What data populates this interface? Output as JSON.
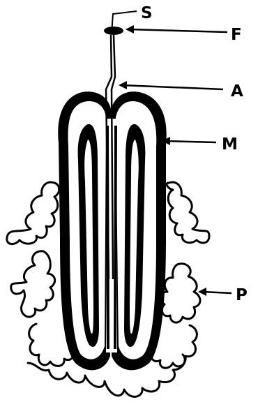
{
  "diagram": {
    "colors": {
      "ink": "#000000",
      "background": "#ffffff"
    },
    "labels": {
      "s": "S",
      "f": "F",
      "a": "A",
      "m": "M",
      "p": "P"
    }
  }
}
